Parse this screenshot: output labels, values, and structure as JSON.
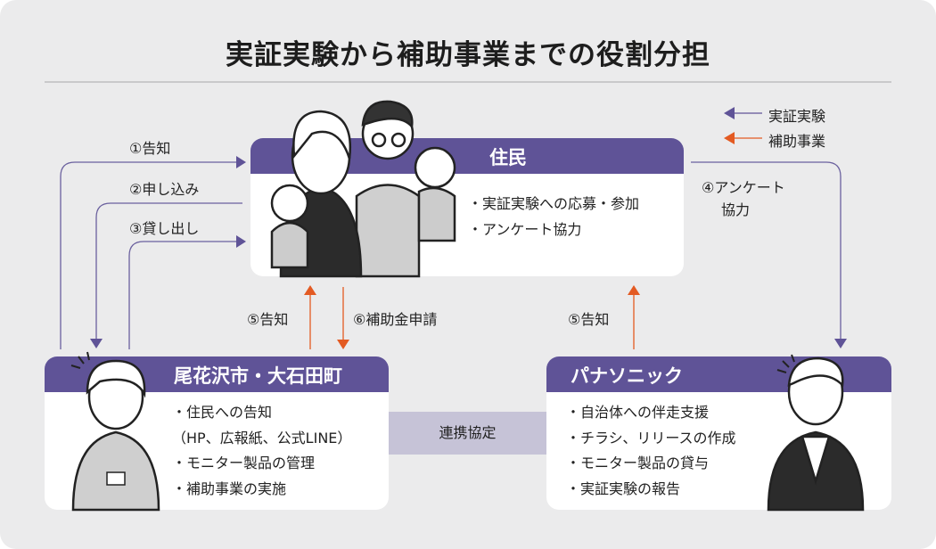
{
  "title": "実証実験から補助事業までの役割分担",
  "legend": [
    {
      "label": "実証実験",
      "color": "#5f5397"
    },
    {
      "label": "補助事業",
      "color": "#e35a22"
    }
  ],
  "residents": {
    "header": "住民",
    "items": [
      "・実証実験への応募・参加",
      "・アンケート協力"
    ]
  },
  "municipality": {
    "header": "尾花沢市・大石田町",
    "items": [
      "・住民への告知",
      "（HP、広報紙、公式LINE）",
      "・モニター製品の管理",
      "・補助事業の実施"
    ]
  },
  "panasonic": {
    "header": "パナソニック",
    "items": [
      "・自治体への伴走支援",
      "・チラシ、リリースの作成",
      "・モニター製品の貸与",
      "・実証実験の報告"
    ]
  },
  "partnership": "連携協定",
  "arrows": {
    "a1": "①告知",
    "a2": "②申し込み",
    "a3": "③貸し出し",
    "a4_line1": "④アンケート",
    "a4_line2": "協力",
    "a5_left": "⑤告知",
    "a6": "⑥補助金申請",
    "a5_right": "⑤告知"
  }
}
